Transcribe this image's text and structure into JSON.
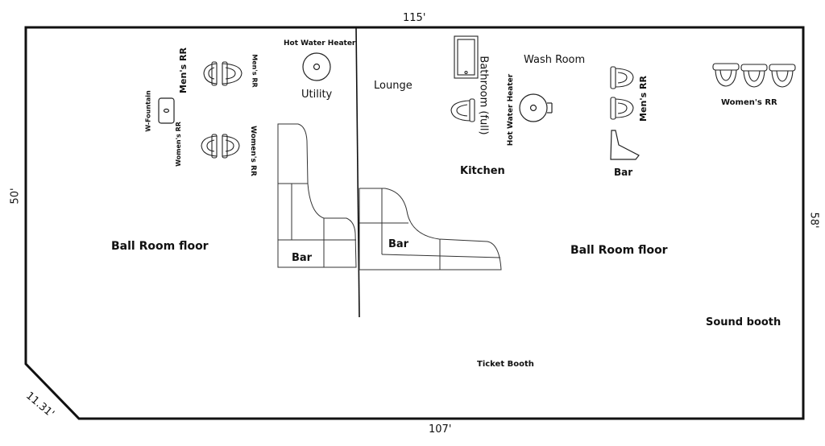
{
  "dimensions": {
    "top": "115'",
    "bottom": "107'",
    "left": "50'",
    "right": "58'",
    "diagonal": "11.31'"
  },
  "labels": {
    "hot_water_heater_left": "Hot Water Heater",
    "utility": "Utility",
    "lounge": "Lounge",
    "mens_rr_left_a": "Men's RR",
    "mens_rr_left_b": "Men's RR",
    "womens_rr_left_a": "Women's RR",
    "womens_rr_left_b": "Women's RR",
    "w_fountain": "W-Fountain",
    "ballroom_left": "Ball Room floor",
    "bar_left": "Bar",
    "bar_center": "Bar",
    "bathroom_full": "Bathroom (full)",
    "wash_room": "Wash Room",
    "hot_water_heater_right": "Hot Water Heater",
    "kitchen": "Kitchen",
    "mens_rr_right": "Men's RR",
    "bar_right": "Bar",
    "womens_rr_right": "Women's RR",
    "ballroom_right": "Ball Room floor",
    "sound_booth": "Sound booth",
    "ticket_booth": "Ticket Booth"
  }
}
